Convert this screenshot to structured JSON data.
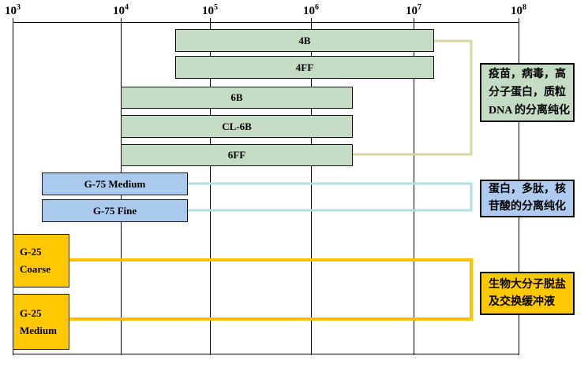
{
  "chart_data": {
    "type": "bar",
    "subtype": "horizontal-log-range",
    "title": "",
    "xlabel": "",
    "ylabel": "",
    "x_axis": {
      "scale": "log10",
      "range": [
        1000,
        100000000
      ],
      "tick_labels": [
        "10^3",
        "10^4",
        "10^5",
        "10^6",
        "10^7",
        "10^8"
      ],
      "grid": true,
      "tick_labels_position": "top"
    },
    "series": [
      {
        "name": "4B",
        "group": "sepharose",
        "range_min": 50000,
        "range_max": 20000000
      },
      {
        "name": "4FF",
        "group": "sepharose",
        "range_min": 50000,
        "range_max": 20000000
      },
      {
        "name": "6B",
        "group": "sepharose",
        "range_min": 10000,
        "range_max": 3000000
      },
      {
        "name": "CL-6B",
        "group": "sepharose",
        "range_min": 10000,
        "range_max": 3000000
      },
      {
        "name": "6FF",
        "group": "sepharose",
        "range_min": 10000,
        "range_max": 3000000
      },
      {
        "name": "G-75 Medium",
        "group": "g75",
        "range_min": 2000,
        "range_max": 60000
      },
      {
        "name": "G-75 Fine",
        "group": "g75",
        "range_min": 2000,
        "range_max": 60000
      },
      {
        "name": "G-25 Coarse",
        "group": "g25",
        "range_min": 1000,
        "range_max": 4000
      },
      {
        "name": "G-25 Medium",
        "group": "g25",
        "range_min": 1000,
        "range_max": 4000
      }
    ],
    "annotations": [
      {
        "for_group": "sepharose",
        "text": "疫苗，病毒，高分子蛋白，质粒DNA 的分离纯化"
      },
      {
        "for_group": "g75",
        "text": "蛋白，多肽，核苷酸的分离纯化"
      },
      {
        "for_group": "g25",
        "text": "生物大分子脱盐及交换缓冲液"
      }
    ]
  },
  "axis": {
    "labels": [
      {
        "base": "10",
        "exp": "3"
      },
      {
        "base": "10",
        "exp": "4"
      },
      {
        "base": "10",
        "exp": "5"
      },
      {
        "base": "10",
        "exp": "6"
      },
      {
        "base": "10",
        "exp": "7"
      },
      {
        "base": "10",
        "exp": "8"
      }
    ]
  },
  "bars": [
    {
      "label": "4B"
    },
    {
      "label": "4FF"
    },
    {
      "label": "6B"
    },
    {
      "label": "CL-6B"
    },
    {
      "label": "6FF"
    },
    {
      "label": "G-75 Medium"
    },
    {
      "label": "G-75 Fine"
    },
    {
      "line1": "G-25",
      "line2": "Coarse"
    },
    {
      "line1": "G-25",
      "line2": "Medium"
    }
  ],
  "notes": [
    {
      "line1": "疫苗，病毒，高",
      "line2": "分子蛋白，质粒",
      "line3": "DNA 的分离纯化"
    },
    {
      "line1": "蛋白，多肽，核",
      "line2": "苷酸的分离纯化"
    },
    {
      "line1": "生物大分子脱盐",
      "line2": "及交换缓冲液"
    }
  ],
  "colors": {
    "green_bar": "#c3dcc3",
    "blue_bar": "#a9c9ed",
    "yellow_bar": "#ffc800",
    "green_note": "#c3dcc3",
    "blue_note": "#aecbef",
    "yellow_note": "#ffc800",
    "connector_khaki": "#d6d6a0",
    "connector_lightblue": "#b3dde6",
    "connector_yellow": "#ffc000",
    "grid_line": "#000000"
  }
}
